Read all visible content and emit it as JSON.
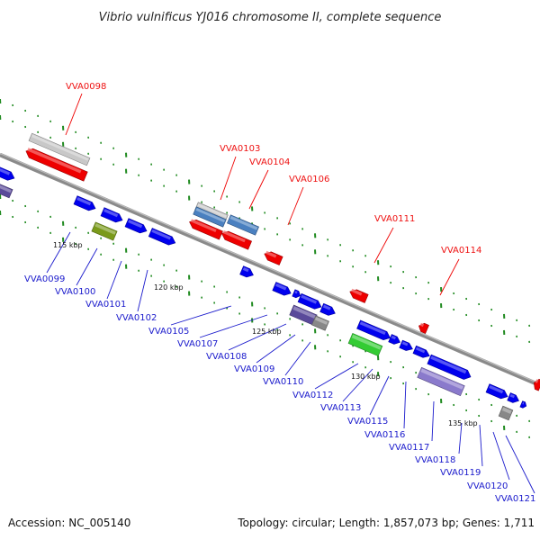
{
  "title": "Vibrio vulnificus YJ016 chromosome II, complete sequence",
  "footer": {
    "accession": "Accession: NC_005140",
    "summary": "Topology: circular; Length: 1,857,073 bp; Genes: 1,711"
  },
  "colors": {
    "forward_strand": "#0000ee",
    "reverse_strand": "#ee0000",
    "label_forward": "#1a1acc",
    "label_reverse": "#ee1111",
    "backbone": "#8a8a8a",
    "tick": "#1f8a1f",
    "highlight_green": "#33cc33",
    "olive": "#7a9a1a",
    "steel_blue": "#4a80c0",
    "slate": "#5a4a9a",
    "light_slate": "#8a7acc",
    "light_gray": "#c8c8c8",
    "gray": "#888888"
  },
  "scale_labels": [
    "115 kbp",
    "120 kbp",
    "125 kbp",
    "130 kbp",
    "135 kbp"
  ],
  "genes_reverse": [
    "VVA0098",
    "VVA0103",
    "VVA0104",
    "VVA0106",
    "VVA0111",
    "VVA0114"
  ],
  "genes_forward": [
    "VVA0099",
    "VVA0100",
    "VVA0101",
    "VVA0102",
    "VVA0105",
    "VVA0107",
    "VVA0108",
    "VVA0109",
    "VVA0110",
    "VVA0112",
    "VVA0113",
    "VVA0115",
    "VVA0116",
    "VVA0117",
    "VVA0118",
    "VVA0119",
    "VVA0120",
    "VVA0121"
  ]
}
